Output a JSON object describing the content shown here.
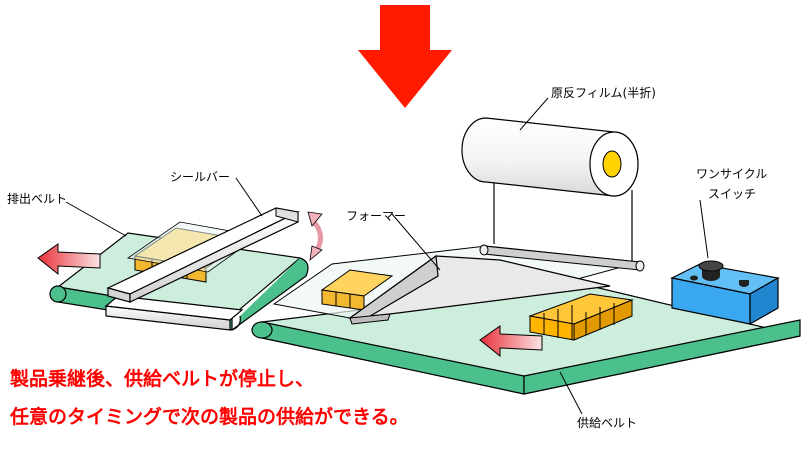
{
  "labels": {
    "film": "原反フィルム(半折)",
    "switch_line1": "ワンサイクル",
    "switch_line2": "スイッチ",
    "discharge_belt": "排出ベルト",
    "seal_bar": "シールバー",
    "former": "フォーマー",
    "supply_belt": "供給ベルト"
  },
  "caption": {
    "line1": "製品乗継後、供給ベルトが停止し、",
    "line2": "任意のタイミングで次の製品の供給ができる。"
  },
  "colors": {
    "arrow_red": "#ff1a00",
    "caption_red": "#ff0000",
    "belt_green": "#cdeedd",
    "belt_edge": "#4cc08c",
    "product_yellow": "#ffd35e",
    "product_orange": "#ffb400",
    "switch_blue": "#3aa8f0"
  },
  "icons": {
    "down_arrow": "down-arrow-icon",
    "discharge_arrow": "left-arrow-icon",
    "supply_arrow": "left-arrow-icon",
    "motion_arrow": "double-arrow-icon"
  }
}
